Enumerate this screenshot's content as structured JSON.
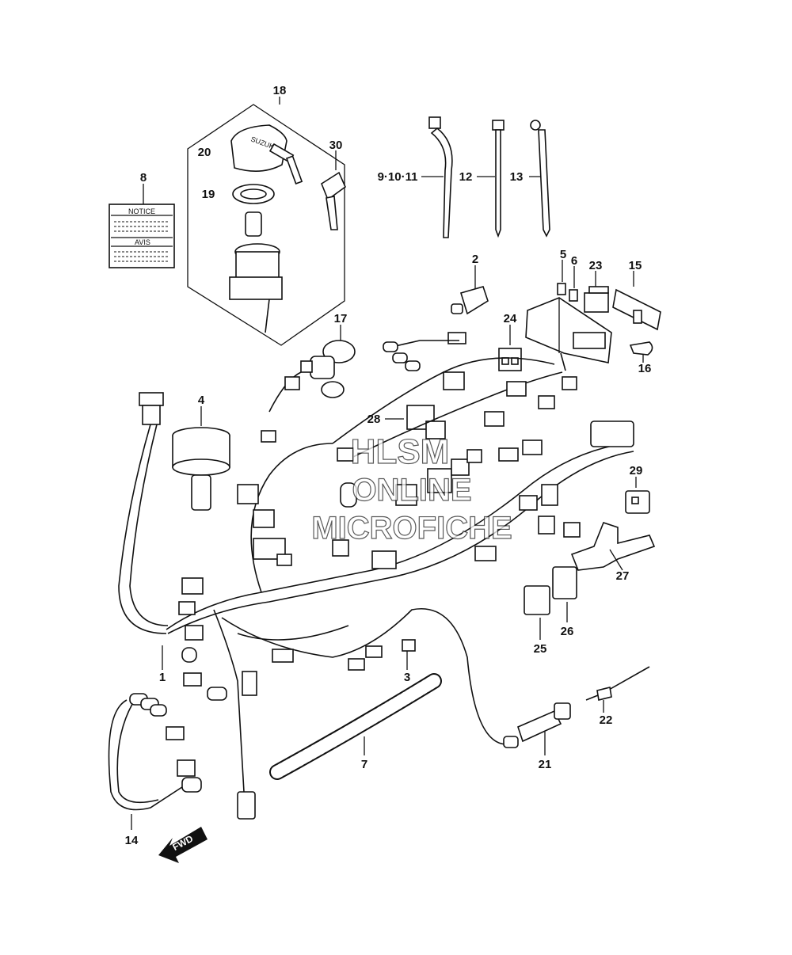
{
  "callouts": [
    "1",
    "2",
    "3",
    "4",
    "5",
    "6",
    "7",
    "8",
    "9·10·11",
    "12",
    "13",
    "14",
    "15",
    "16",
    "17",
    "18",
    "19",
    "20",
    "21",
    "22",
    "23",
    "24",
    "25",
    "26",
    "27",
    "28",
    "29",
    "30"
  ],
  "label_texts": {
    "notice": "NOTICE",
    "avis": "AVIS",
    "key_brand": "SUZUKI",
    "fwd": "FWD"
  },
  "watermark": [
    "HLSM",
    "ONLINE",
    "MICROFICHE"
  ]
}
